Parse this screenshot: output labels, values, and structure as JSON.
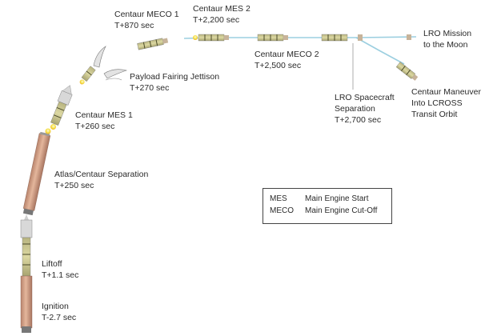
{
  "events": {
    "ignition": {
      "name": "Ignition",
      "time": "T-2.7 sec"
    },
    "liftoff": {
      "name": "Liftoff",
      "time": "T+1.1 sec"
    },
    "atlas_sep": {
      "name": "Atlas/Centaur Separation",
      "time": "T+250 sec"
    },
    "mes1": {
      "name": "Centaur MES 1",
      "time": "T+260 sec"
    },
    "fairing": {
      "name": "Payload Fairing Jettison",
      "time": "T+270 sec"
    },
    "meco1": {
      "name": "Centaur MECO 1",
      "time": "T+870 sec"
    },
    "mes2": {
      "name": "Centaur MES 2",
      "time": "T+2,200 sec"
    },
    "meco2": {
      "name": "Centaur MECO 2",
      "time": "T+2,500 sec"
    },
    "lro_sep": {
      "line1": "LRO Spacecraft",
      "line2": "Separation",
      "time": "T+2,700 sec"
    },
    "lro_mission": {
      "line1": "LRO Mission",
      "line2": "to the Moon"
    },
    "centaur_man": {
      "line1": "Centaur Maneuver",
      "line2": "Into LCROSS",
      "line3": "Transit Orbit"
    }
  },
  "legend": {
    "rows": [
      {
        "abbr": "MES",
        "meaning": "Main Engine Start"
      },
      {
        "abbr": "MECO",
        "meaning": "Main Engine Cut-Off"
      }
    ]
  },
  "colors": {
    "atlas_body": "#d9a58a",
    "centaur_body": "#c9c48a",
    "centaur_band": "#4a4a2a",
    "trajectory": "#9ccfe0",
    "flame": "#f3e04a",
    "payload": "#c7b39a"
  }
}
